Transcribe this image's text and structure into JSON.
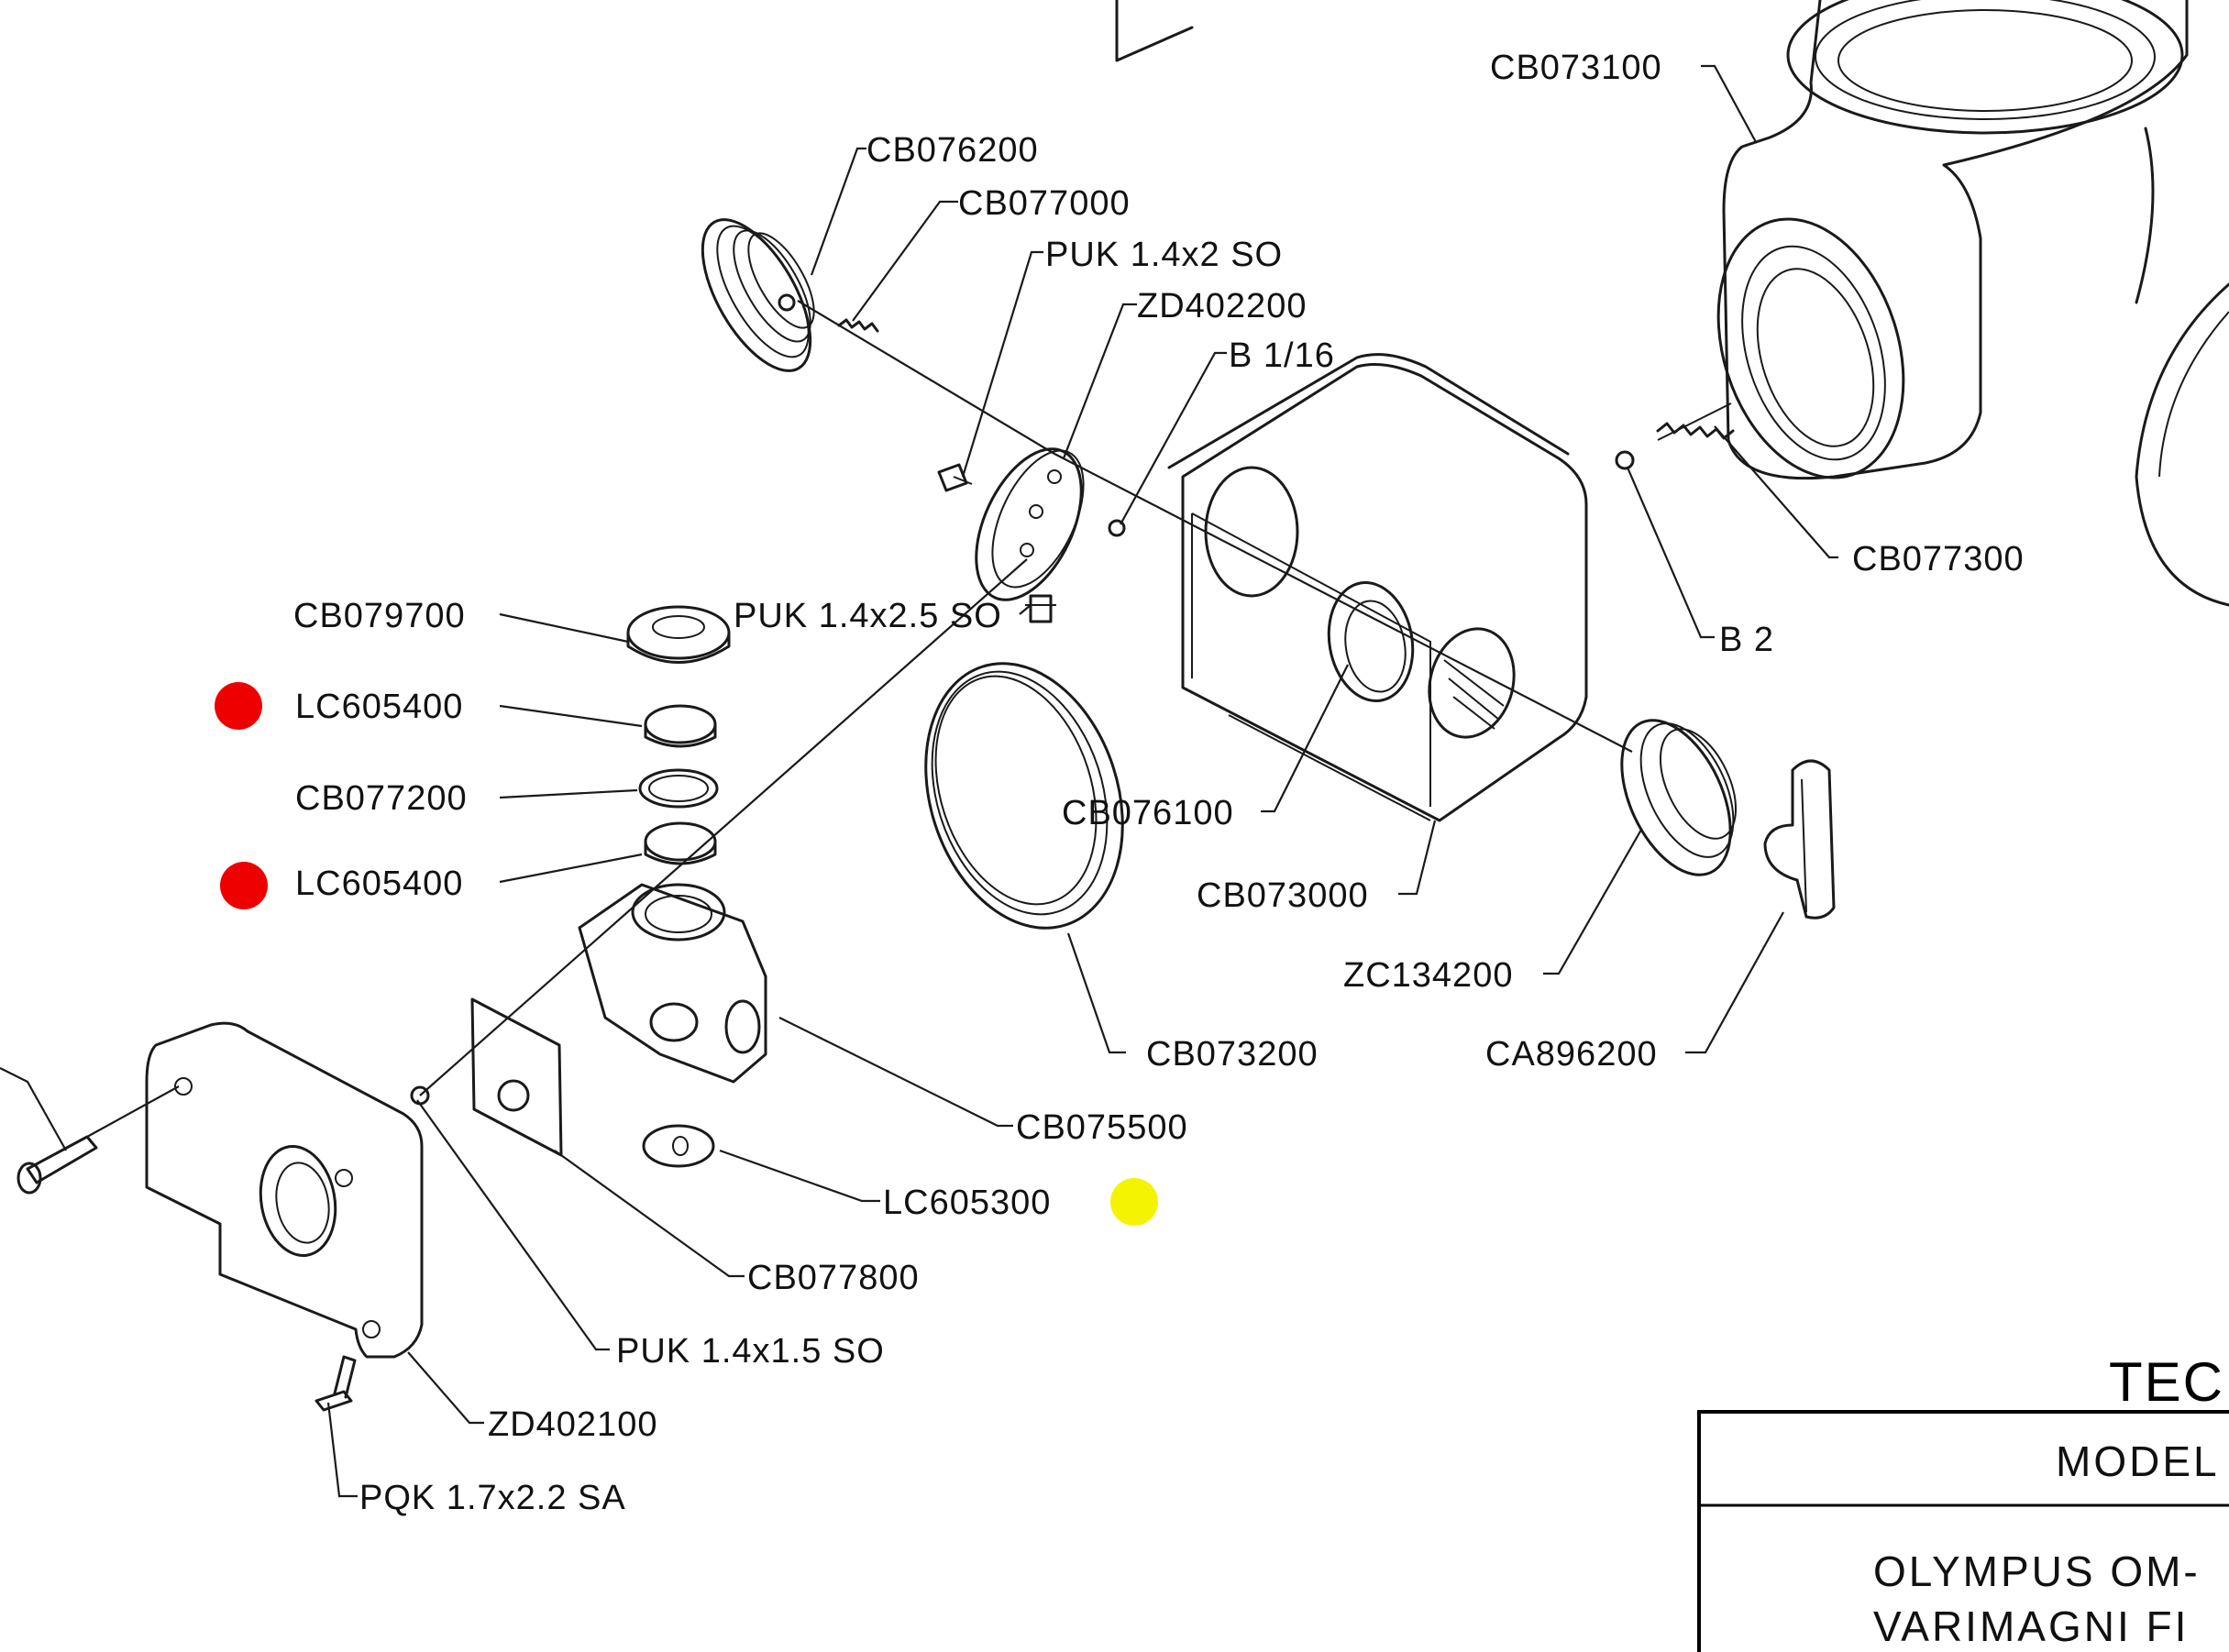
{
  "colors": {
    "marker_red": "#ee0000",
    "marker_yellow": "#f4f400",
    "ink": "#1a1a1a"
  },
  "labels": {
    "cb073100": "CB073100",
    "cb076200": "CB076200",
    "cb077000": "CB077000",
    "puk_14x2": "PUK 1.4x2 SO",
    "zd402200": "ZD402200",
    "b_1_16": "B 1/16",
    "cb077300": "CB077300",
    "b_2": "B 2",
    "cb079700": "CB079700",
    "puk_14x25": "PUK 1.4x2.5 SO",
    "lc605400_a": "LC605400",
    "cb077200": "CB077200",
    "lc605400_b": "LC605400",
    "cb076100": "CB076100",
    "cb073000": "CB073000",
    "zc134200": "ZC134200",
    "cb073200": "CB073200",
    "ca896200": "CA896200",
    "cb075500": "CB075500",
    "lc605300": "LC605300",
    "cb077800": "CB077800",
    "puk_14x15": "PUK 1.4x1.5 SO",
    "zd402100": "ZD402100",
    "pqk_17x22": "PQK 1.7x2.2 SA"
  },
  "title_block": {
    "heading": "TEC",
    "model_label": "MODEL",
    "product_line1": "OLYMPUS   OM-",
    "product_line2": "VARIMAGNI   FI"
  }
}
